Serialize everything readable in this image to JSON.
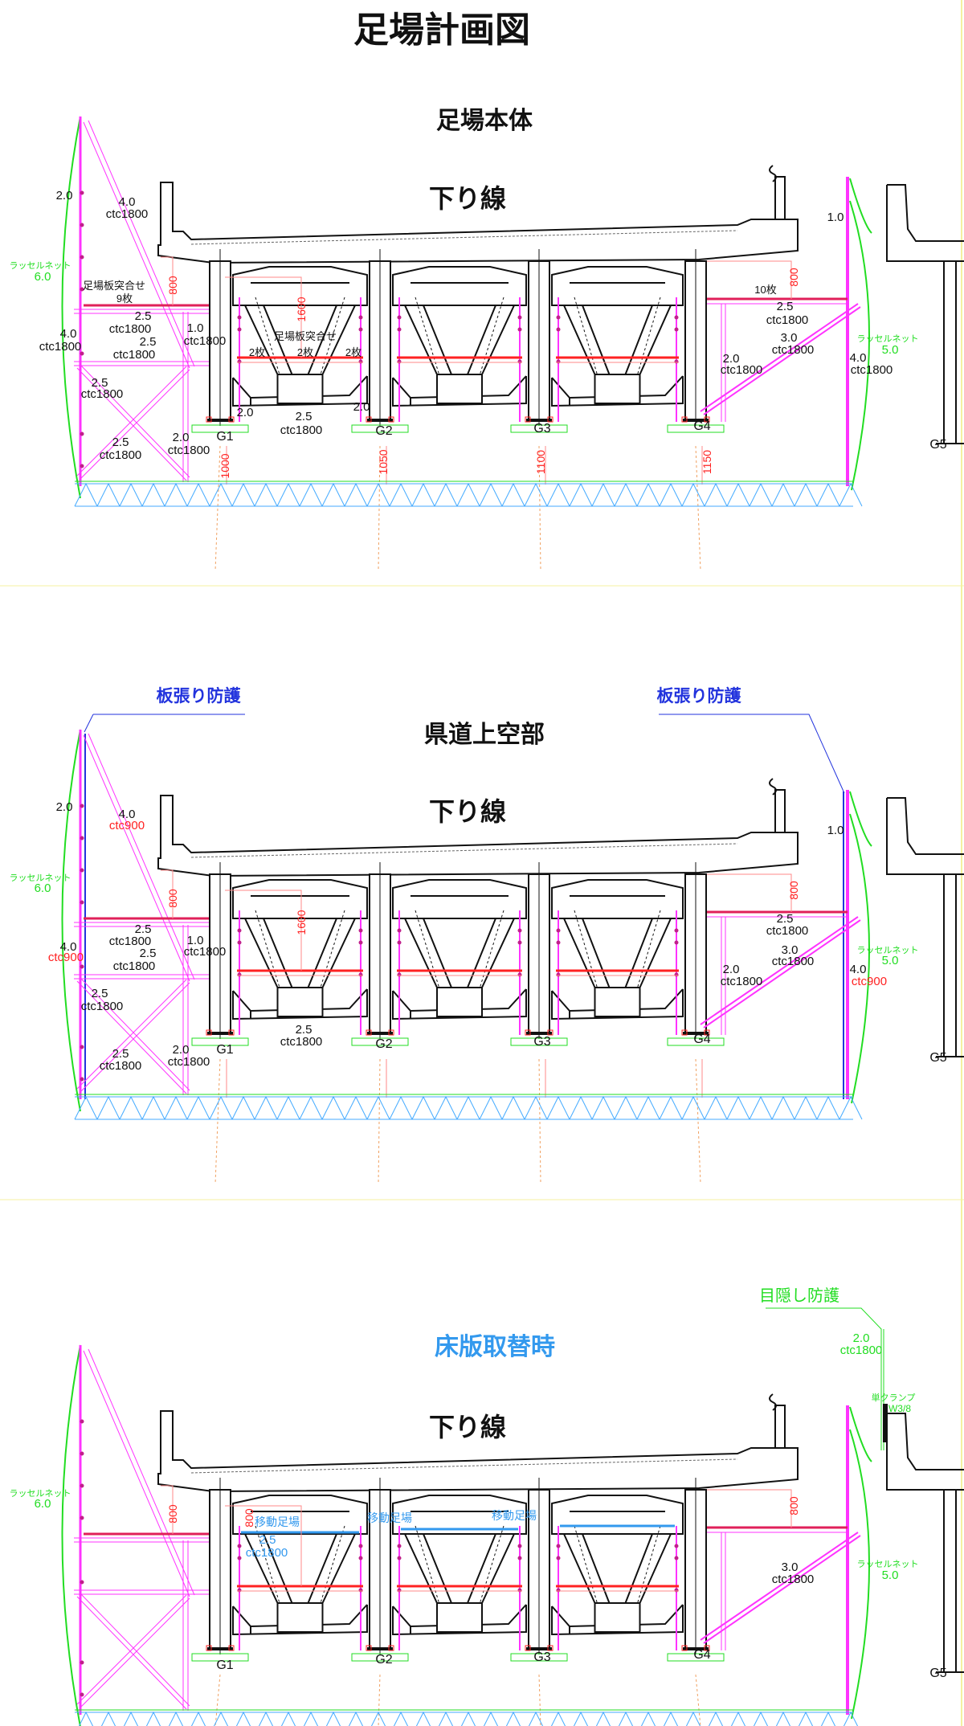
{
  "title": "足場計画図",
  "colors": {
    "black": "#111111",
    "magenta": "#ff33ff",
    "green": "#22dd22",
    "red": "#ff2222",
    "blue": "#2233dd",
    "lightblue": "#3399ee",
    "cyan": "#44aaff",
    "orange": "#f0a060"
  },
  "sections": [
    {
      "heading": "足場本体",
      "line_label": "下り線",
      "labels": [
        "2.0",
        "4.0",
        "ctc1800",
        "ラッセルネット",
        "6.0",
        "足場板突合せ",
        "9枚",
        "800",
        "2.5",
        "ctc1800",
        "4.0",
        "ctc1800",
        "2.5",
        "ctc1800",
        "1.0",
        "ctc1800",
        "2.5",
        "ctc1800",
        "2.5",
        "ctc1800",
        "2.0",
        "ctc1800",
        "1600",
        "足場板突合せ",
        "2枚",
        "2枚",
        "2枚",
        "2.0",
        "2.0",
        "2.5",
        "ctc1800",
        "1.0",
        "800",
        "10枚",
        "2.5",
        "ctc1800",
        "3.0",
        "ctc1800",
        "2.0",
        "ctc1800",
        "4.0",
        "ctc1800",
        "ラッセルネット",
        "5.0",
        "G1",
        "G2",
        "G3",
        "G4",
        "G5",
        "1000",
        "1050",
        "1100",
        "1150"
      ]
    },
    {
      "heading": "県道上空部",
      "line_label": "下り線",
      "callouts": [
        "板張り防護",
        "板張り防護"
      ],
      "labels": [
        "2.0",
        "4.0",
        "ctc900",
        "ラッセルネット",
        "6.0",
        "800",
        "1600",
        "2.5",
        "ctc1800",
        "4.0",
        "ctc900",
        "2.5",
        "ctc1800",
        "1.0",
        "ctc1800",
        "2.5",
        "ctc1800",
        "2.5",
        "ctc1800",
        "2.0",
        "ctc1800",
        "2.5",
        "ctc1800",
        "1.0",
        "800",
        "2.5",
        "ctc1800",
        "3.0",
        "ctc1800",
        "2.0",
        "ctc1800",
        "4.0",
        "ctc900",
        "ラッセルネット",
        "5.0",
        "G1",
        "G2",
        "G3",
        "G4",
        "G5"
      ]
    },
    {
      "heading": "床版取替時",
      "line_label": "下り線",
      "labels": [
        "目隠し防護",
        "2.0",
        "ctc1800",
        "単クランプ",
        "W3/8",
        "ラッセルネット",
        "6.0",
        "800",
        "800",
        "移動足場",
        "移動足場",
        "移動足場",
        "2.5",
        "ctc1800",
        "800",
        "3.0",
        "ctc1800",
        "ラッセルネット",
        "5.0",
        "G1",
        "G2",
        "G3",
        "G4",
        "G5"
      ]
    }
  ]
}
